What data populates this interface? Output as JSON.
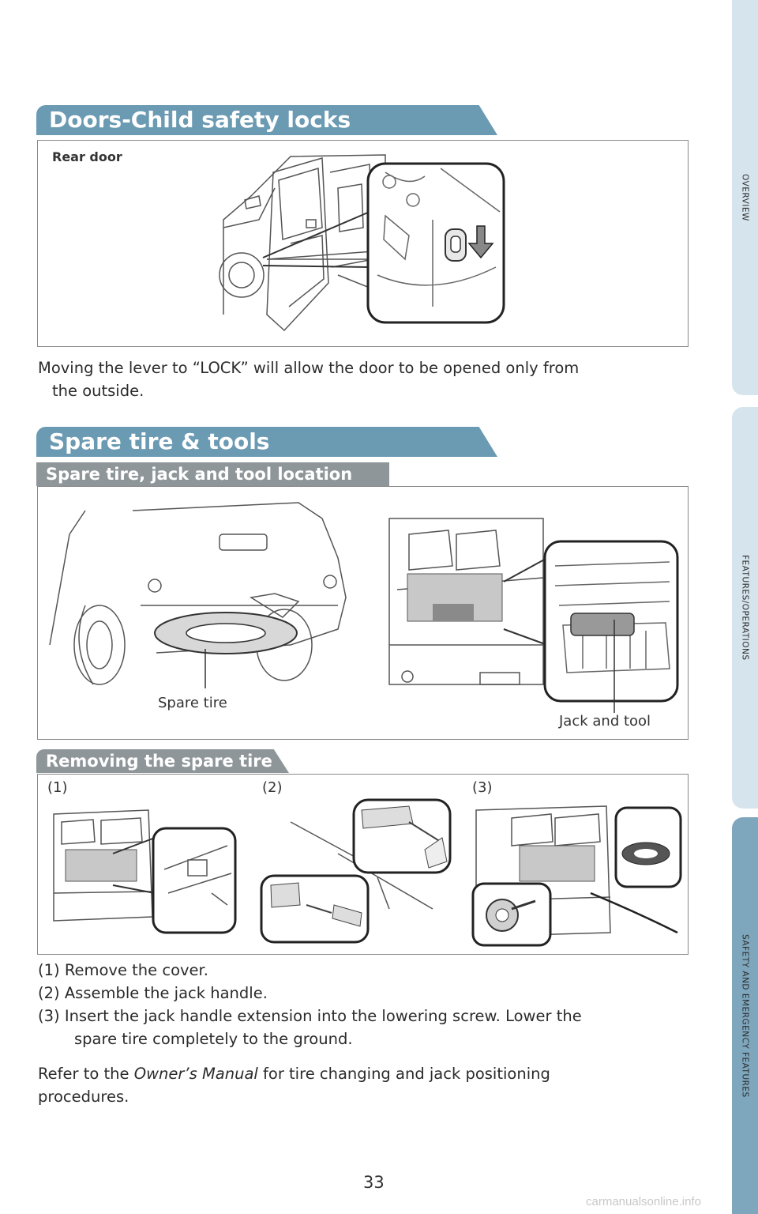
{
  "side_tabs": [
    "OVERVIEW",
    "FEATURES/OPERATIONS",
    "SAFETY AND EMERGENCY FEATURES"
  ],
  "section1": {
    "title": "Doors-Child safety locks",
    "figure_caption": "Rear door",
    "body_line1": "Moving the lever to “LOCK” will allow the door to be opened only from",
    "body_line2": "the outside."
  },
  "section2": {
    "title": "Spare tire & tools",
    "sub1": {
      "title": "Spare tire, jack and tool location",
      "label_spare": "Spare tire",
      "label_jack": "Jack and tool"
    },
    "sub2": {
      "title": "Removing the spare tire",
      "step_labels": [
        "(1)",
        "(2)",
        "(3)"
      ]
    },
    "steps": [
      "(1) Remove the cover.",
      "(2) Assemble the jack handle.",
      "(3) Insert the jack handle extension into the lowering screw. Lower the",
      "spare tire completely to the ground."
    ],
    "refer_prefix": "Refer to the ",
    "refer_italic": "Owner’s Manual",
    "refer_suffix": " for tire changing and jack positioning",
    "refer_line2": "procedures."
  },
  "page_number": "33",
  "watermark": "carmanualsonline.info"
}
